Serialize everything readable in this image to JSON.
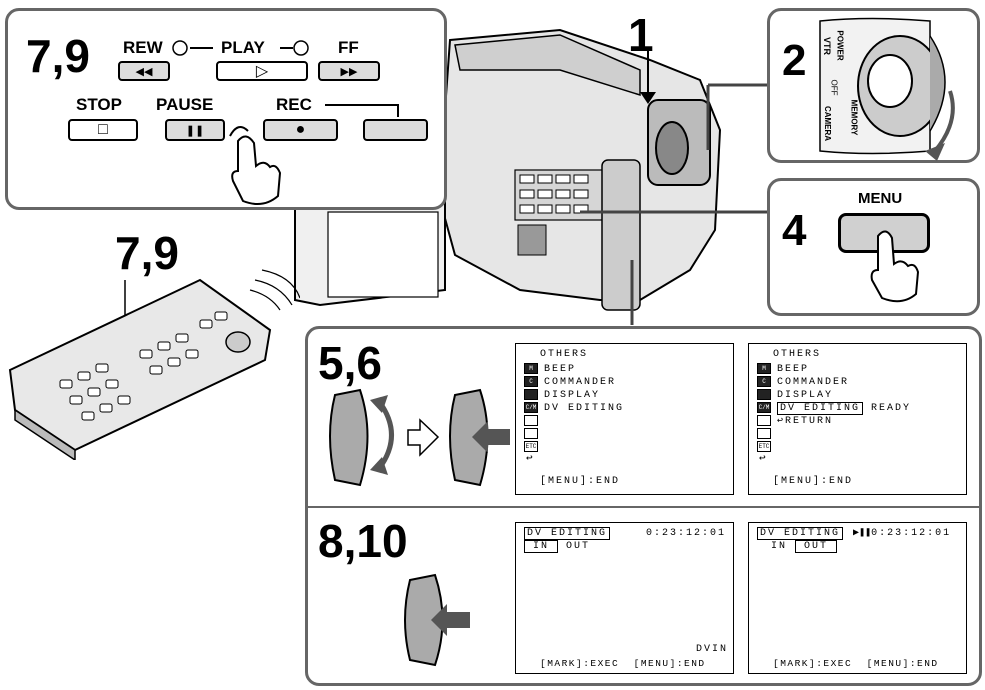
{
  "steps": {
    "s1": "1",
    "s2": "2",
    "s4": "4",
    "s79_top": "7,9",
    "s79_remote": "7,9",
    "s56": "5,6",
    "s810": "8,10"
  },
  "remote_panel": {
    "rew": "REW",
    "play": "PLAY",
    "ff": "FF",
    "stop": "STOP",
    "pause": "PAUSE",
    "rec": "REC",
    "rew_glyph": "◀◀",
    "play_glyph": "▷",
    "ff_glyph": "▶▶",
    "stop_glyph": "□",
    "pause_glyph": "❚❚",
    "rec_glyph": "●"
  },
  "power_dial": {
    "vtr": "VTR",
    "power": "POWER",
    "off": "OFF",
    "camera": "CAMERA",
    "memory": "MEMORY"
  },
  "menu_button": {
    "label": "MENU"
  },
  "screens": {
    "menu1": {
      "title": "OTHERS",
      "items": [
        "BEEP",
        "COMMANDER",
        "DISPLAY",
        "DV EDITING"
      ],
      "footer": "[MENU]:END"
    },
    "menu2": {
      "title": "OTHERS",
      "items": [
        "BEEP",
        "COMMANDER",
        "DISPLAY",
        "DV EDITING"
      ],
      "ready": "READY",
      "return": "RETURN",
      "footer": "[MENU]:END"
    },
    "edit1": {
      "title": "DV EDITING",
      "time": "0:23:12:01",
      "in": "IN",
      "out": "OUT",
      "dvin": "DVIN",
      "footer": "[MARK]:EXEC  [MENU]:END"
    },
    "edit2": {
      "title": "DV EDITING",
      "pause_glyph": "▶❚❚",
      "time": "0:23:12:01",
      "in": "IN",
      "out": "OUT",
      "footer": "[MARK]:EXEC  [MENU]:END"
    }
  },
  "icons": {
    "m": "M",
    "c": "C",
    "d": "",
    "cm": "C/M",
    "etc": "ETC"
  }
}
